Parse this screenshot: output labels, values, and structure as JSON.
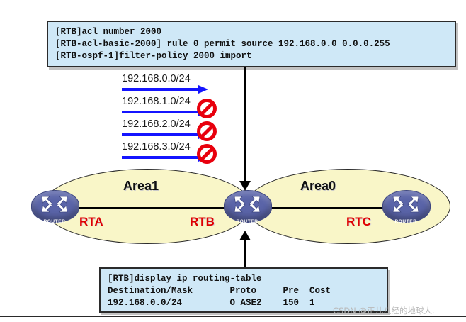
{
  "acl_config": {
    "lines": [
      "[RTB]acl number 2000",
      "[RTB-acl-basic-2000] rule 0 permit source 192.168.0.0 0.0.0.255",
      "[RTB-ospf-1]filter-policy 2000 import"
    ]
  },
  "routing_table": {
    "lines": [
      "[RTB]display ip routing-table",
      "Destination/Mask       Proto     Pre  Cost",
      "192.168.0.0/24         O_ASE2    150  1"
    ],
    "command": "[RTB]display ip routing-table",
    "columns": [
      "Destination/Mask",
      "Proto",
      "Pre",
      "Cost"
    ],
    "rows": [
      {
        "destination_mask": "192.168.0.0/24",
        "proto": "O_ASE2",
        "pre": "150",
        "cost": "1"
      }
    ]
  },
  "advertised_routes": [
    {
      "prefix": "192.168.0.0/24",
      "permitted": true,
      "denied": false
    },
    {
      "prefix": "192.168.1.0/24",
      "permitted": false,
      "denied": true
    },
    {
      "prefix": "192.168.2.0/24",
      "permitted": false,
      "denied": true
    },
    {
      "prefix": "192.168.3.0/24",
      "permitted": false,
      "denied": true
    }
  ],
  "areas": [
    {
      "id": "area1",
      "label": "Area1"
    },
    {
      "id": "area0",
      "label": "Area0"
    }
  ],
  "routers": [
    {
      "id": "rta",
      "name": "RTA",
      "device_tag": "ROUTER"
    },
    {
      "id": "rtb",
      "name": "RTB",
      "device_tag": "ROUTER"
    },
    {
      "id": "rtc",
      "name": "RTC",
      "device_tag": "ROUTER"
    }
  ],
  "watermark": "CSDN @正儿八经的地球人.",
  "colors": {
    "console_bg": "#cfe8f7",
    "console_border": "#2b2b2b",
    "area_fill": "#f9f6c8",
    "route_arrow": "#1414ff",
    "deny_sign": "#e8000d",
    "router_body": "#5a64a8",
    "router_name": "#e00000"
  }
}
